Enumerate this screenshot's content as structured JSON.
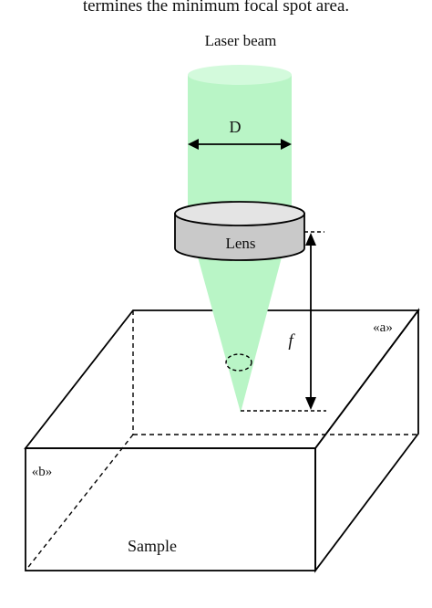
{
  "caption": "termines the minimum focal spot area.",
  "labels": {
    "laser_beam": "Laser beam",
    "beam_diameter": "D",
    "lens": "Lens",
    "focal_length": "f",
    "region_a": "«a»",
    "region_b": "«b»",
    "sample": "Sample"
  },
  "colors": {
    "beam": "#b9f5c6",
    "beam_top": "#d3fadc",
    "lens_side": "#c9c9c9",
    "lens_top": "#e4e4e4",
    "lines": "#000000"
  }
}
